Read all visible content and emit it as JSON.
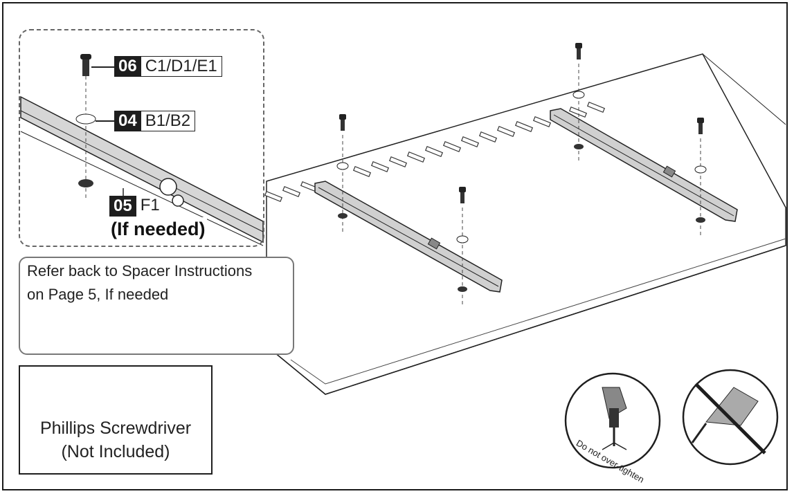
{
  "detail_inset": {
    "labels": [
      {
        "code": "06",
        "name": "C1/D1/E1"
      },
      {
        "code": "04",
        "name": "B1/B2"
      },
      {
        "code": "05",
        "name": "F1"
      }
    ],
    "note": "(If needed)"
  },
  "spacer_note": {
    "line1": "Refer back to Spacer Instructions",
    "line2": "on Page 5, If needed",
    "icon": "spacer-icon"
  },
  "tool": {
    "name": "Phillips Screwdriver",
    "note": "(Not Included)",
    "icons": [
      "phillips-plus-icon",
      "screwdriver-icon"
    ]
  },
  "warnings": {
    "hand_caption": "Do not over-tighten",
    "icons": [
      "hand-screwdriver-icon",
      "no-power-drill-icon"
    ]
  },
  "colors": {
    "ink": "#1e1e1e",
    "bracket_fill": "#cfcfcf",
    "tv_fill": "#ffffff"
  }
}
